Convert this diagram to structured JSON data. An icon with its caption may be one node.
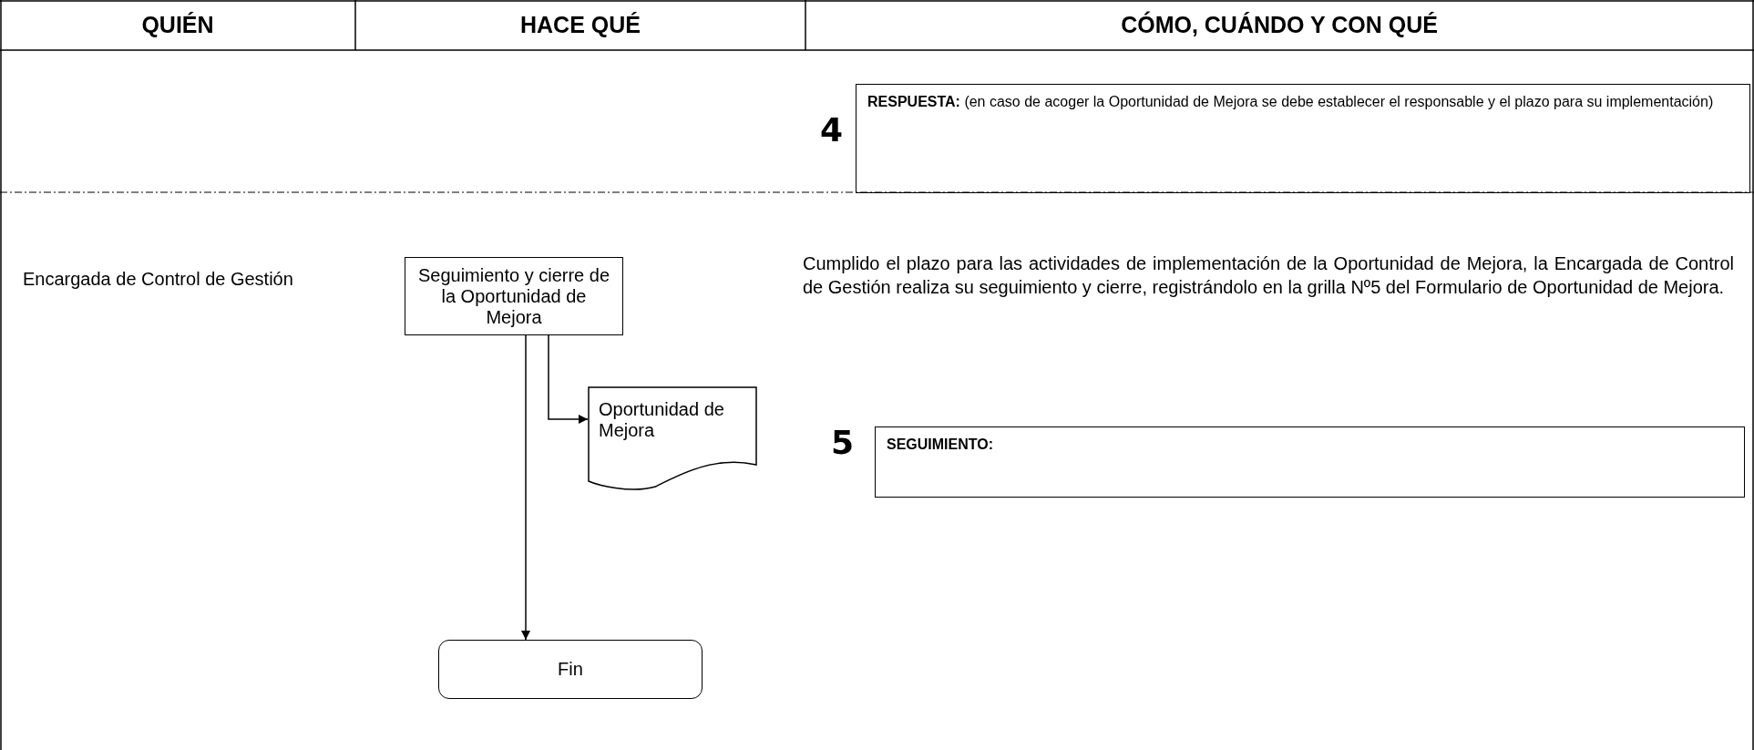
{
  "diagram": {
    "nodes": [
      {
        "text": [
          "**RESPUESTA:** (en caso de acoger la Oportunidad de Mejora se debe establecer el responsable y el plazo para su implementación)"
        ]
      },
      {
        "text": [
          "Seguimiento y cierre de la Oportunidad de Mejora"
        ]
      },
      {
        "text": [
          "Oportunidad de Mejora"
        ]
      },
      {
        "text": [
          "SEGUIMIENTO:"
        ]
      },
      {
        "text": [
          "Fin"
        ]
      }
    ],
    "edges": [
      {
        "from": 1,
        "to": 2,
        "arrow": "to"
      },
      {
        "from": 1,
        "to": 4,
        "arrow": "to"
      }
    ],
    "labels": [
      "QUIÉN",
      "HACE  QUÉ",
      "CÓMO, CUÁNDO Y CON QUÉ",
      "4",
      "Encargada de Control de Gestión",
      "Cumplido el plazo para las actividades de implementación de la Oportunidad de Mejora, la Encargada de Control de Gestión realiza su seguimiento y cierre, registrándolo en la grilla Nº5 del Formulario de Oportunidad de Mejora.",
      "5"
    ]
  }
}
